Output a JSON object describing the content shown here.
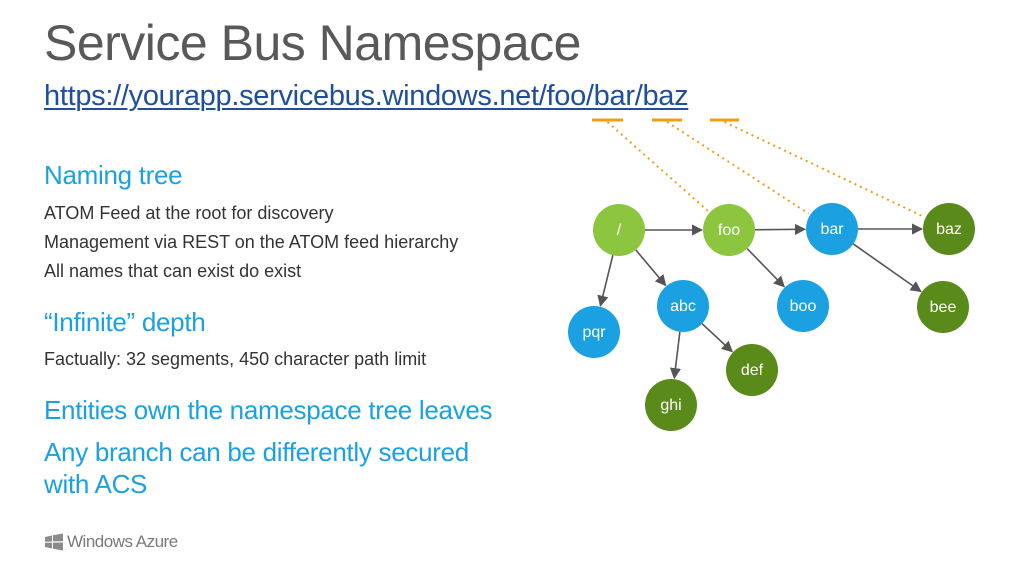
{
  "slide": {
    "title": "Service Bus Namespace",
    "url": "https://yourapp.servicebus.windows.net/foo/bar/baz",
    "sections": {
      "naming_tree": {
        "heading": "Naming tree",
        "lines": [
          "ATOM Feed at the root for discovery",
          "Management via REST on the ATOM feed hierarchy",
          "All names that can exist do exist"
        ]
      },
      "infinite_depth": {
        "heading": "“Infinite” depth",
        "lines": [
          "Factually: 32 segments, 450 character path limit"
        ]
      },
      "entities": {
        "heading": "Entities own the namespace tree leaves"
      },
      "branches": {
        "heading": "Any branch can be differently secured with ACS"
      }
    },
    "logo_text": "Windows Azure"
  },
  "diagram": {
    "colors": {
      "lime": "#8cc63f",
      "blue": "#1ba1e2",
      "dark_green": "#5a8a1a",
      "connector": "#555555",
      "dotted": "#f39c12"
    },
    "nodes": [
      {
        "id": "root",
        "label": "/",
        "color": "lime"
      },
      {
        "id": "foo",
        "label": "foo",
        "color": "lime"
      },
      {
        "id": "bar",
        "label": "bar",
        "color": "blue"
      },
      {
        "id": "baz",
        "label": "baz",
        "color": "dark_green"
      },
      {
        "id": "abc",
        "label": "abc",
        "color": "blue"
      },
      {
        "id": "pqr",
        "label": "pqr",
        "color": "blue"
      },
      {
        "id": "boo",
        "label": "boo",
        "color": "blue"
      },
      {
        "id": "bee",
        "label": "bee",
        "color": "dark_green"
      },
      {
        "id": "def",
        "label": "def",
        "color": "dark_green"
      },
      {
        "id": "ghi",
        "label": "ghi",
        "color": "dark_green"
      }
    ],
    "edges": [
      [
        "root",
        "foo"
      ],
      [
        "foo",
        "bar"
      ],
      [
        "bar",
        "baz"
      ],
      [
        "root",
        "pqr"
      ],
      [
        "root",
        "abc"
      ],
      [
        "foo",
        "boo"
      ],
      [
        "bar",
        "bee"
      ],
      [
        "abc",
        "ghi"
      ],
      [
        "abc",
        "def"
      ]
    ],
    "url_segment_links": [
      {
        "segment": "foo",
        "node": "foo"
      },
      {
        "segment": "bar",
        "node": "bar"
      },
      {
        "segment": "baz",
        "node": "baz"
      }
    ]
  }
}
